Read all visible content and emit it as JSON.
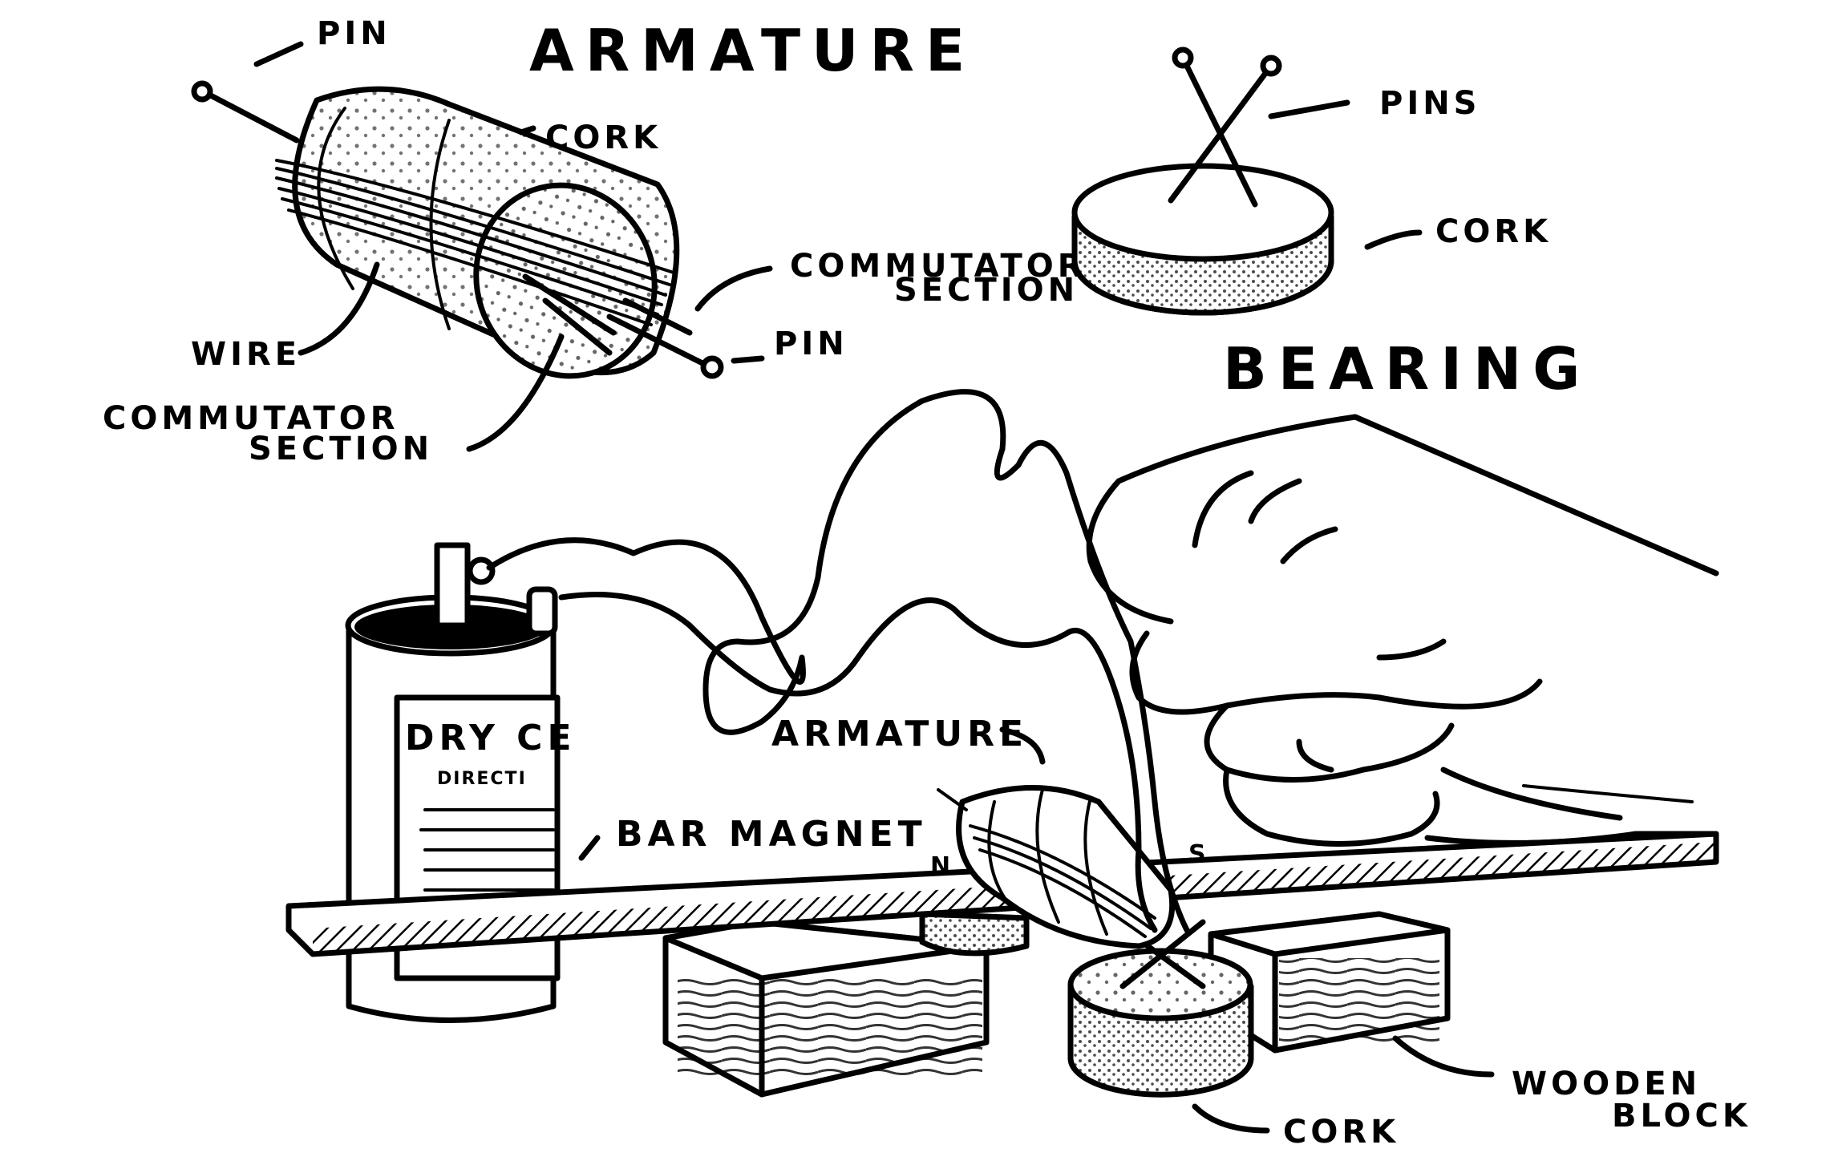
{
  "labels": {
    "armature_title": "ARMATURE",
    "bearing_title": "BEARING",
    "pin_top": "PIN",
    "cork_top": "CORK",
    "commutator_right_line1": "COMMUTATOR",
    "commutator_right_line2": "SECTION",
    "pin_right": "PIN",
    "wire": "WIRE",
    "commutator_left_line1": "COMMUTATOR",
    "commutator_left_line2": "SECTION",
    "pins": "PINS",
    "cork_bearing": "CORK",
    "armature_small": "ARMATURE",
    "bar_magnet": "BAR MAGNET",
    "pole_n": "N",
    "pole_s": "S",
    "dry_cell": "DRY CE",
    "directions": "DIRECTI",
    "wooden_block_line1": "WOODEN",
    "wooden_block_line2": "BLOCK",
    "cork_bottom": "CORK"
  }
}
